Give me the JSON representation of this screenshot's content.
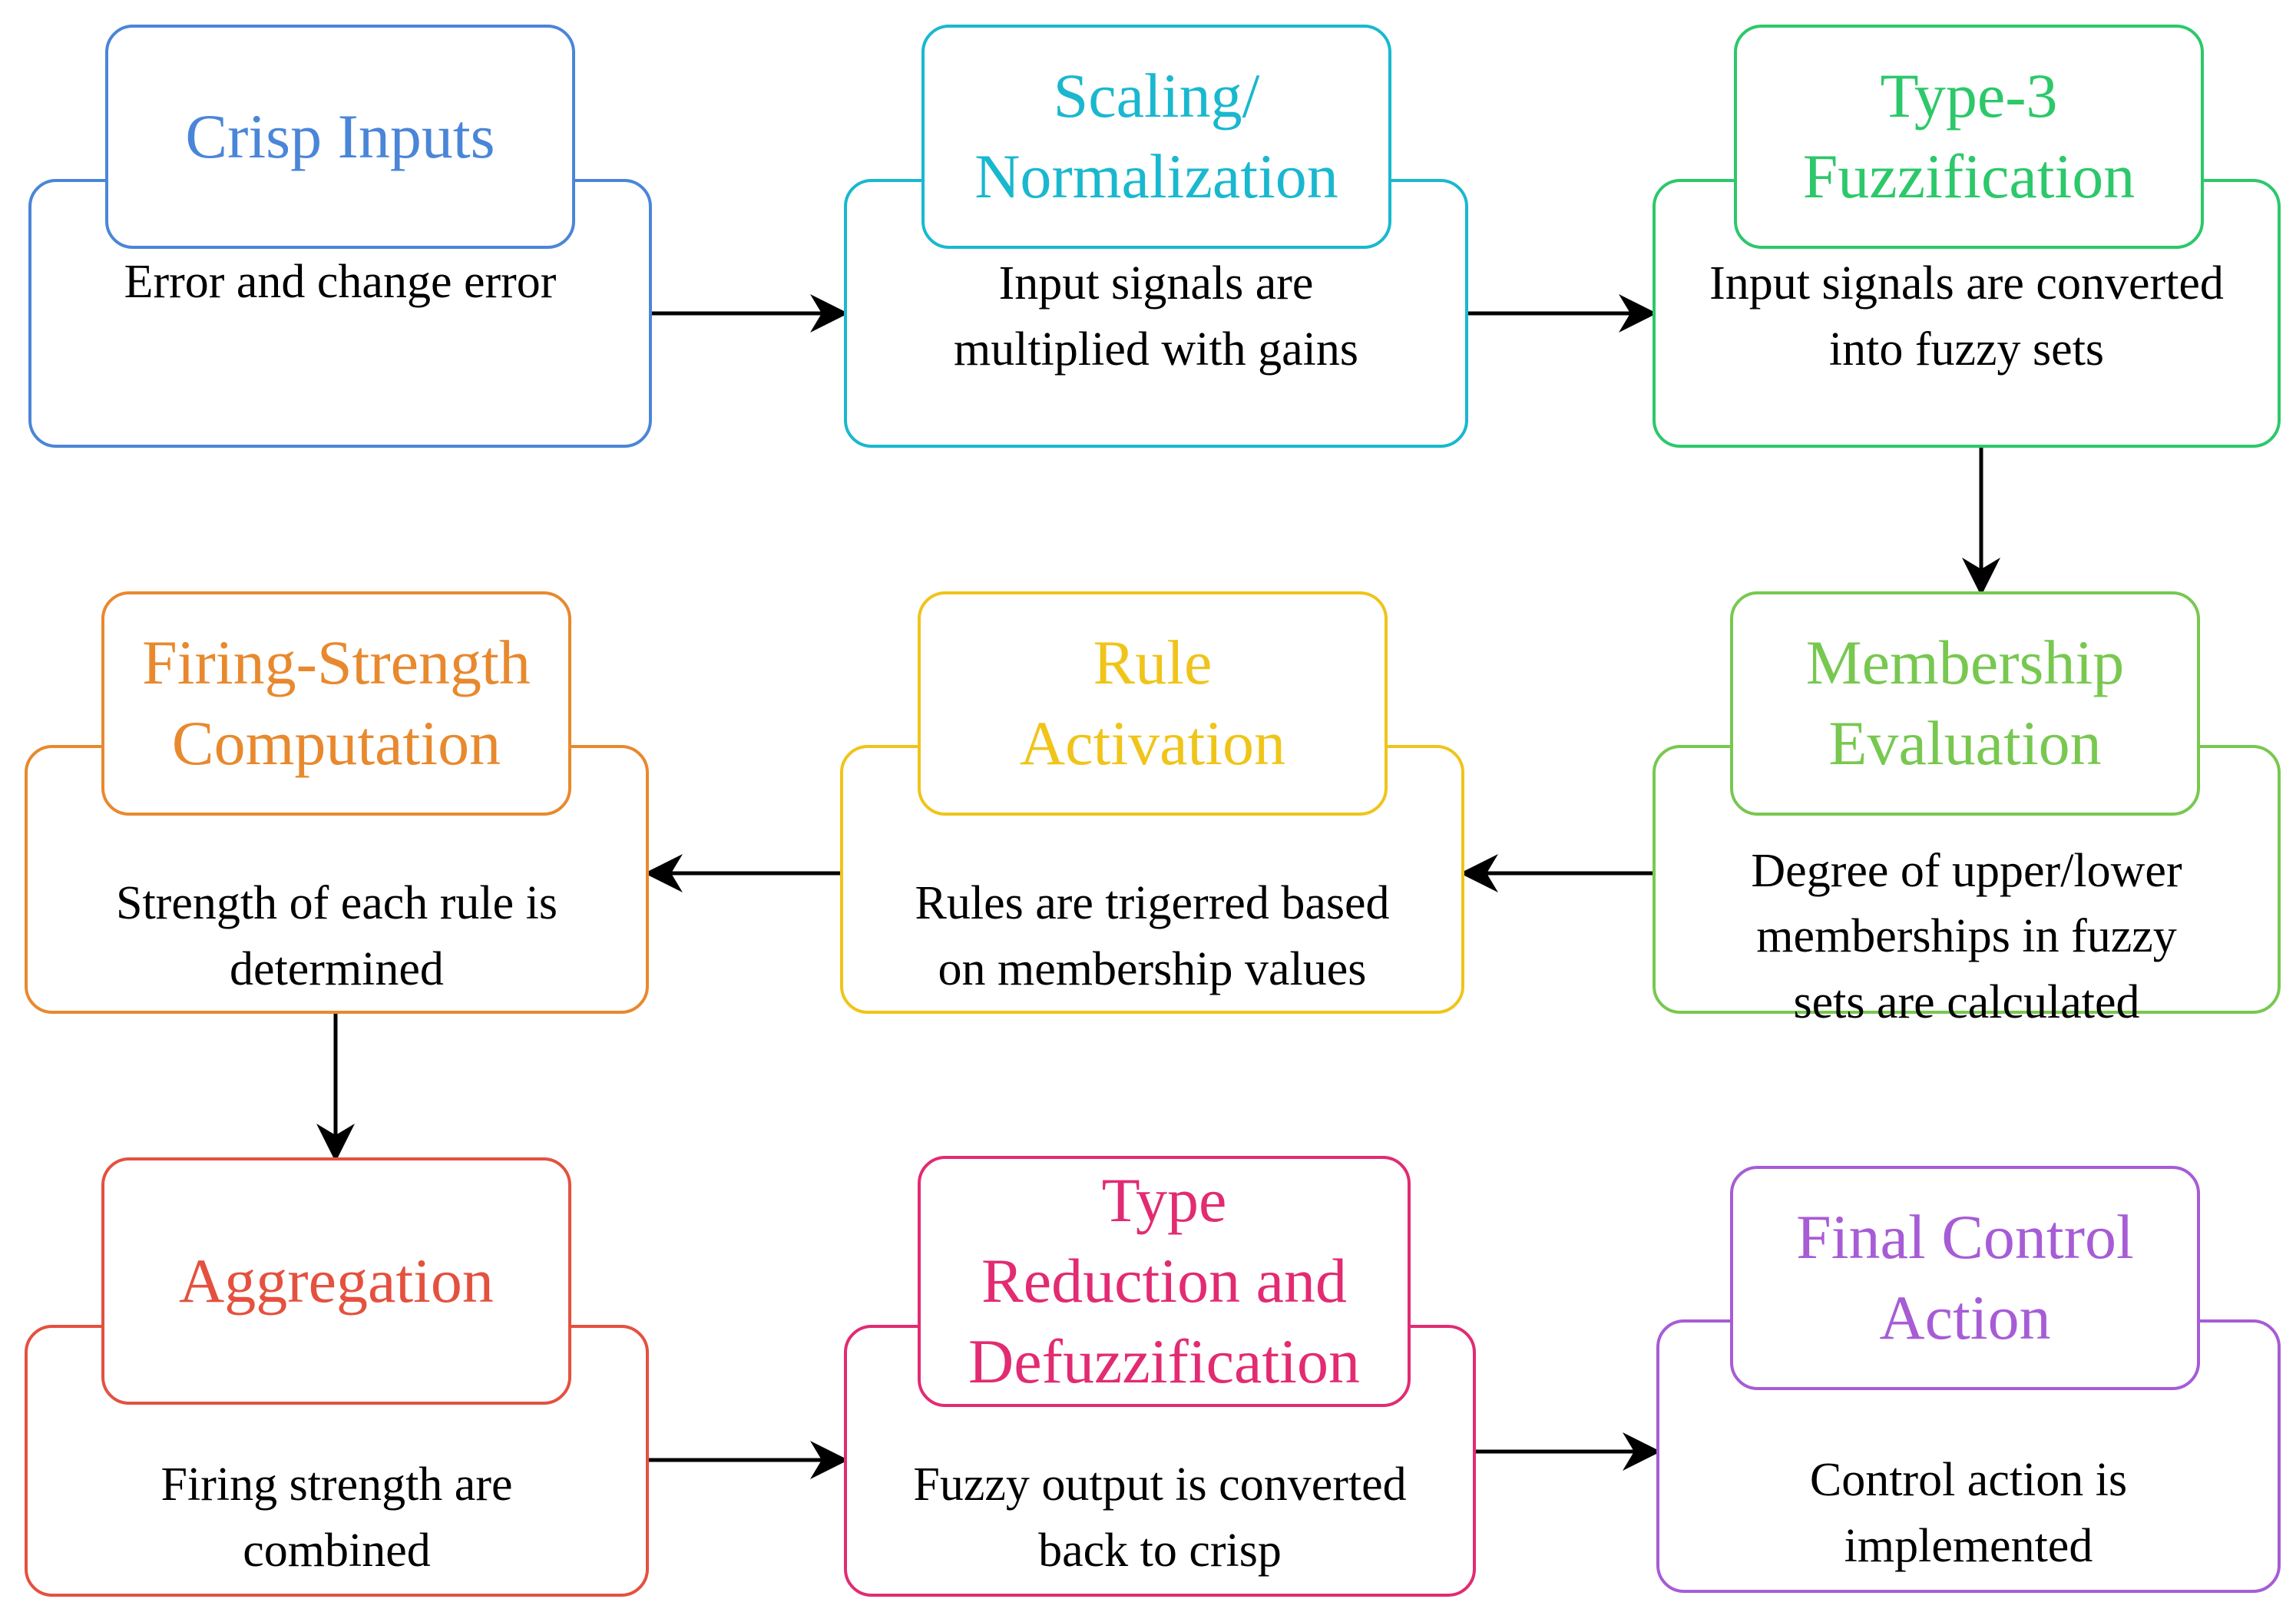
{
  "nodes": [
    {
      "id": "crisp-inputs",
      "title": "Crisp Inputs",
      "body": "Error and change error",
      "color": "#4A86D8"
    },
    {
      "id": "scaling",
      "title": "Scaling/\nNormalization",
      "body": "Input signals are\nmultiplied with gains",
      "color": "#19B8CF"
    },
    {
      "id": "fuzzification",
      "title": "Type-3\nFuzzification",
      "body": "Input signals are converted\ninto fuzzy sets",
      "color": "#2CC86A"
    },
    {
      "id": "membership",
      "title": "Membership\nEvaluation",
      "body": "Degree of upper/lower\nmemberships in fuzzy\nsets are calculated",
      "color": "#78C850"
    },
    {
      "id": "rule-activation",
      "title": "Rule\nActivation",
      "body": "Rules are trigerred based\non membership values",
      "color": "#F0C419"
    },
    {
      "id": "firing-strength",
      "title": "Firing-Strength\nComputation",
      "body": "Strength of each rule is\ndetermined",
      "color": "#E8892E"
    },
    {
      "id": "aggregation",
      "title": "Aggregation",
      "body": "Firing strength are\ncombined",
      "color": "#E4513F"
    },
    {
      "id": "type-reduction",
      "title": "Type\nReduction and\nDefuzzification",
      "body": "Fuzzy output is converted\nback to crisp",
      "color": "#E22B72"
    },
    {
      "id": "final-control",
      "title": "Final Control\nAction",
      "body": "Control action is\nimplemented",
      "color": "#A75CD6"
    }
  ],
  "edges": [
    {
      "from": "crisp-inputs",
      "to": "scaling"
    },
    {
      "from": "scaling",
      "to": "fuzzification"
    },
    {
      "from": "fuzzification",
      "to": "membership"
    },
    {
      "from": "membership",
      "to": "rule-activation"
    },
    {
      "from": "rule-activation",
      "to": "firing-strength"
    },
    {
      "from": "firing-strength",
      "to": "aggregation"
    },
    {
      "from": "aggregation",
      "to": "type-reduction"
    },
    {
      "from": "type-reduction",
      "to": "final-control"
    }
  ]
}
